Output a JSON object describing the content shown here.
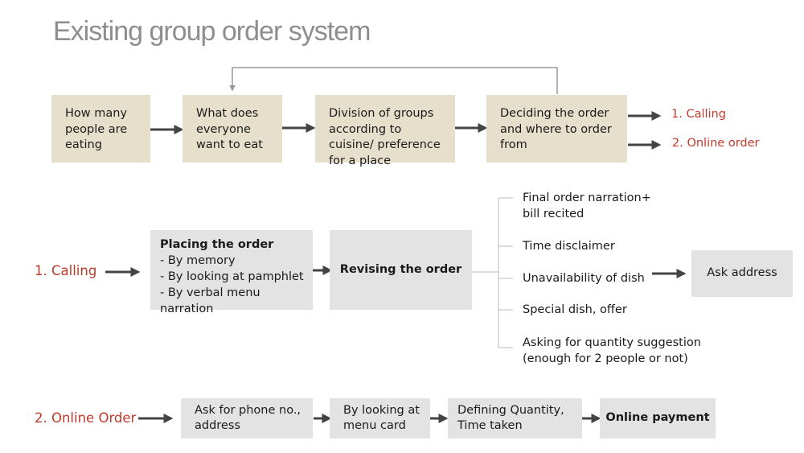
{
  "title": "Existing group order system",
  "row1": {
    "steps": [
      "How many people are eating",
      "What does everyone want to eat",
      "Division of groups according to cuisine/ preference for a place",
      "Deciding the order and where to order from"
    ],
    "outcomes": [
      "1. Calling",
      "2. Online order"
    ]
  },
  "calling": {
    "label": "1. Calling",
    "placing_title": "Placing the order",
    "placing_items": [
      "- By memory",
      "- By looking at pamphlet",
      "- By verbal menu narration"
    ],
    "revising": "Revising the order",
    "leaves": [
      "Final order narration+",
      "bill recited",
      "Time disclaimer",
      "Unavailability of dish",
      "Special dish, offer",
      "Asking for quantity suggestion",
      "(enough for 2 people or not)"
    ],
    "ask_address": "Ask address"
  },
  "online": {
    "label": "2. Online Order",
    "steps": [
      "Ask for phone no., address",
      "By looking at menu card",
      "Defining Quantity, Time taken",
      "Online payment"
    ]
  },
  "colors": {
    "beige": "#e6dfcb",
    "grey": "#e3e3e3",
    "red": "#c0392b",
    "arrow": "#444444",
    "title": "#8e8e8e"
  }
}
